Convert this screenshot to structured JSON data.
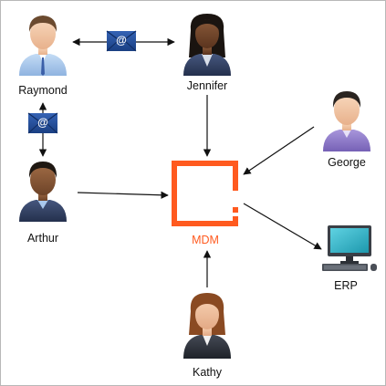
{
  "nodes": {
    "raymond": {
      "label": "Raymond"
    },
    "jennifer": {
      "label": "Jennifer"
    },
    "arthur": {
      "label": "Arthur"
    },
    "george": {
      "label": "George"
    },
    "kathy": {
      "label": "Kathy"
    },
    "mdm": {
      "label": "MDM"
    },
    "erp": {
      "label": "ERP"
    }
  },
  "envelope_symbol": "@",
  "colors": {
    "mdm_orange": "#ff5a1f",
    "shirt_blue": "#a9c8ec",
    "suit_navy": "#2e3f63",
    "shirt_purple": "#8f7bc9",
    "suit_black": "#2a2f3a",
    "envelope_blue": "#1f4e9e",
    "monitor_teal": "#2fb3c7",
    "skin_light": "#f3c9a6",
    "skin_dark": "#6a3f25",
    "skin_medium": "#8a5a3a"
  }
}
